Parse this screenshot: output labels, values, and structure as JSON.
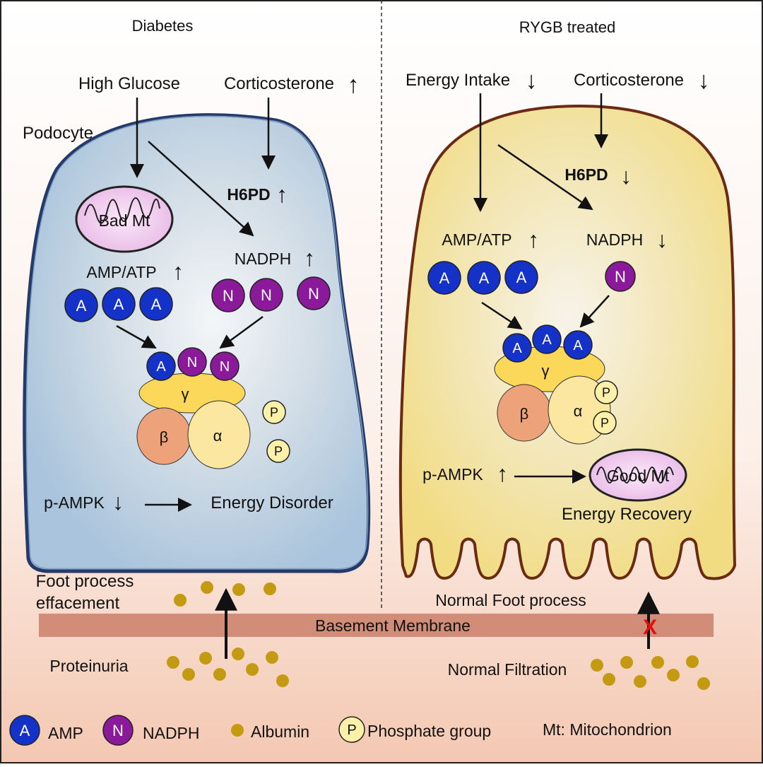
{
  "left": {
    "title": "Diabetes",
    "input1": "High Glucose",
    "input2": "Corticosterone",
    "input2_arrow": "↑",
    "cell_label": "Podocyte",
    "h6pd": "H6PD",
    "h6pd_arrow": "↑",
    "mito": "Bad Mt",
    "nadph": "NADPH",
    "nadph_arrow": "↑",
    "ampatp": "AMP/ATP",
    "ampatp_arrow": "↑",
    "pampk": "p-AMPK",
    "pampk_arrow": "↓",
    "outcome": "Energy Disorder",
    "foot_line1": "Foot process",
    "foot_line2": "effacement",
    "filtration": "Proteinuria"
  },
  "right": {
    "title": "RYGB treated",
    "input1": "Energy Intake",
    "input1_arrow": "↓",
    "input2": "Corticosterone",
    "input2_arrow": "↓",
    "h6pd": "H6PD",
    "h6pd_arrow": "↓",
    "ampatp": "AMP/ATP",
    "ampatp_arrow": "↑",
    "nadph": "NADPH",
    "nadph_arrow": "↓",
    "pampk": "p-AMPK",
    "pampk_arrow": "↑",
    "mito": "Good Mt",
    "outcome": "Energy Recovery",
    "foot": "Normal Foot process",
    "filtration": "Normal Filtration"
  },
  "membrane": "Basement Membrane",
  "glyphs": {
    "amp": "A",
    "nadph": "N",
    "phosphate": "P",
    "gamma": "γ",
    "beta": "β",
    "alpha": "α",
    "block": "X"
  },
  "legend": {
    "amp": "AMP",
    "nadph": "NADPH",
    "albumin": "Albumin",
    "phosphate": "Phosphate group",
    "mito": "Mt: Mitochondrion"
  },
  "colors": {
    "amp": "#1432c8",
    "nadph": "#8a1a9a",
    "phosphate": "#fdf0a8",
    "gamma": "#fbd75a",
    "beta": "#eea27a",
    "alpha": "#fbe7a0",
    "albumin": "#c49a12",
    "membrane": "#d28a74",
    "diabetic_cell": "#b8d0e2",
    "healthy_cell": "#f3e39a",
    "block": "#e01010"
  }
}
